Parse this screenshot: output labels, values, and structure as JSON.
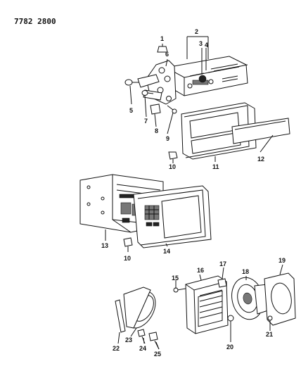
{
  "diagram": {
    "drawing_code": "7782 2800",
    "callouts": {
      "c1": "1",
      "c2": "2",
      "c3": "3",
      "c4": "4",
      "c5": "5",
      "c6": "6",
      "c7": "7",
      "c8": "8",
      "c9": "9",
      "c10a": "10",
      "c11": "11",
      "c12": "12",
      "c13": "13",
      "c14": "14",
      "c10b": "10",
      "c15": "15",
      "c16": "16",
      "c17": "17",
      "c18": "18",
      "c19": "19",
      "c20": "20",
      "c21": "21",
      "c22": "22",
      "c23": "23",
      "c24": "24",
      "c25": "25"
    }
  }
}
